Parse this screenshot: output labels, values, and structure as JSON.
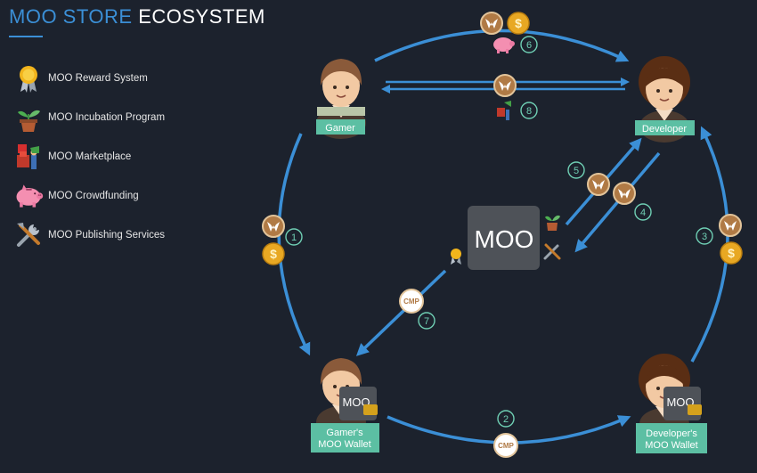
{
  "header": {
    "title_part1": "MOO STORE",
    "title_part2": "ECOSYSTEM"
  },
  "legend": [
    {
      "label": "MOO Reward System",
      "icon": "medal-icon"
    },
    {
      "label": "MOO Incubation Program",
      "icon": "sprout-pot-icon"
    },
    {
      "label": "MOO Marketplace",
      "icon": "market-icon"
    },
    {
      "label": "MOO Crowdfunding",
      "icon": "piggy-bank-icon"
    },
    {
      "label": "MOO Publishing Services",
      "icon": "tools-icon"
    }
  ],
  "nodes": {
    "gamer": "Gamer",
    "developer": "Developer",
    "gamer_wallet_line1": "Gamer's",
    "gamer_wallet_line2": "MOO Wallet",
    "dev_wallet_line1": "Developer's",
    "dev_wallet_line2": "MOO Wallet",
    "center_logo": "MOO",
    "wallet_logo": "MOO"
  },
  "tokens": {
    "cmp": "CMP"
  },
  "steps": [
    "1",
    "2",
    "3",
    "4",
    "5",
    "6",
    "7",
    "8"
  ],
  "colors": {
    "background": "#1c222d",
    "accent": "#3b8fd6",
    "label_bg": "#5cbfa3",
    "coin_gold": "#e8a823",
    "token_bronze": "#b07a45"
  }
}
